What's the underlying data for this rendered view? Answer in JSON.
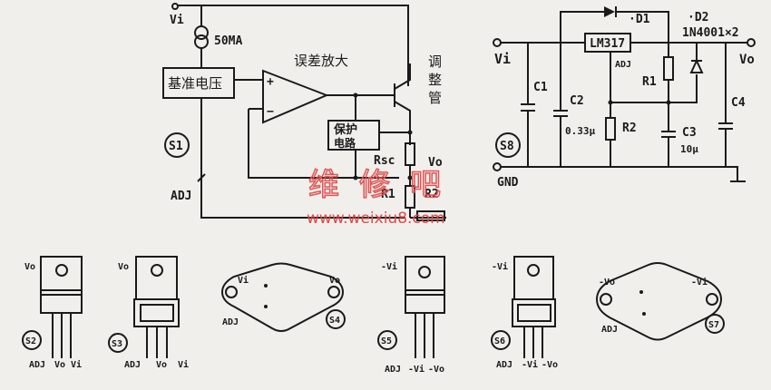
{
  "s1": {
    "label": "S1",
    "vi": "Vi",
    "current_source": "50MA",
    "reference": "基准电压",
    "error_amp": "误差放大",
    "plus": "+",
    "minus": "−",
    "pass_transistor": [
      "调",
      "整",
      "管"
    ],
    "protection": [
      "保护",
      "电路"
    ],
    "rsc": "Rsc",
    "vo": "Vo",
    "r1": "R1",
    "r2": "R2",
    "adj": "ADJ"
  },
  "s8": {
    "label": "S8",
    "vi": "Vi",
    "gnd": "GND",
    "vo": "Vo",
    "regulator": "LM317",
    "adj": "ADJ",
    "d1": "·D1",
    "d2": "·D2",
    "diode_type": "1N4001×2",
    "c1": "C1",
    "c2": "C2",
    "c2_value": "0.33μ",
    "r1": "R1",
    "r2": "R2",
    "c3": "C3",
    "c3_value": "10μ",
    "c4": "C4"
  },
  "packages": [
    {
      "label": "S2",
      "pins": [
        "ADJ",
        "Vo",
        "Vi"
      ],
      "tab": "Vo"
    },
    {
      "label": "S3",
      "pins": [
        "ADJ",
        "Vo",
        "Vi"
      ],
      "tab": "Vo"
    },
    {
      "label": "S4",
      "pins": [
        "Vi",
        "Vo",
        "ADJ"
      ]
    },
    {
      "label": "S5",
      "pins": [
        "ADJ",
        "-Vi",
        "-Vo"
      ],
      "tab": "-Vi"
    },
    {
      "label": "S6",
      "pins": [
        "ADJ",
        "-Vi",
        "-Vo"
      ],
      "tab": "-Vi"
    },
    {
      "label": "S7",
      "pins": [
        "-Vo",
        "-Vi",
        "ADJ"
      ]
    }
  ],
  "watermark": {
    "logo": "维修吧",
    "url": "www.weixiu8.com"
  }
}
